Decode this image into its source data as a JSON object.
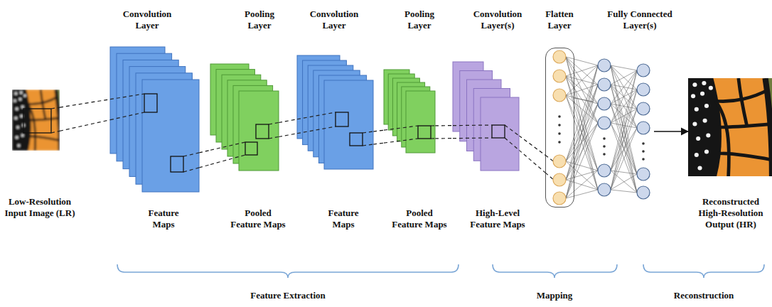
{
  "diagram": {
    "nodes": [
      {
        "text": [
          "Low-Resolution Input Image (LR)"
        ]
      },
      {
        "text": [
          "Convolution Layer",
          "Feature Maps"
        ]
      },
      {
        "text": [
          "Pooling Layer",
          "Pooled Feature Maps"
        ]
      },
      {
        "text": [
          "Convolution Layer",
          "Feature Maps"
        ]
      },
      {
        "text": [
          "Pooling Layer",
          "Pooled Feature Maps"
        ]
      },
      {
        "text": [
          "Convolution Layer(s)",
          "High-Level Feature Maps"
        ]
      },
      {
        "text": [
          "Flatten Layer"
        ]
      },
      {
        "text": [
          "Fully Connected Layer(s)"
        ]
      },
      {
        "text": [
          "Reconstructed High-Resolution Output (HR)"
        ]
      }
    ],
    "edges": [
      {
        "from": 0,
        "to": 1,
        "arrow": "none"
      },
      {
        "from": 1,
        "to": 2,
        "arrow": "none"
      },
      {
        "from": 2,
        "to": 3,
        "arrow": "none"
      },
      {
        "from": 3,
        "to": 4,
        "arrow": "none"
      },
      {
        "from": 4,
        "to": 5,
        "arrow": "none"
      },
      {
        "from": 5,
        "to": 6,
        "arrow": "none"
      },
      {
        "from": 6,
        "to": 7,
        "arrow": "none"
      },
      {
        "from": 7,
        "to": 8,
        "arrow": "to"
      }
    ],
    "labels": [
      "Feature Extraction",
      "Mapping",
      "Reconstruction"
    ]
  }
}
